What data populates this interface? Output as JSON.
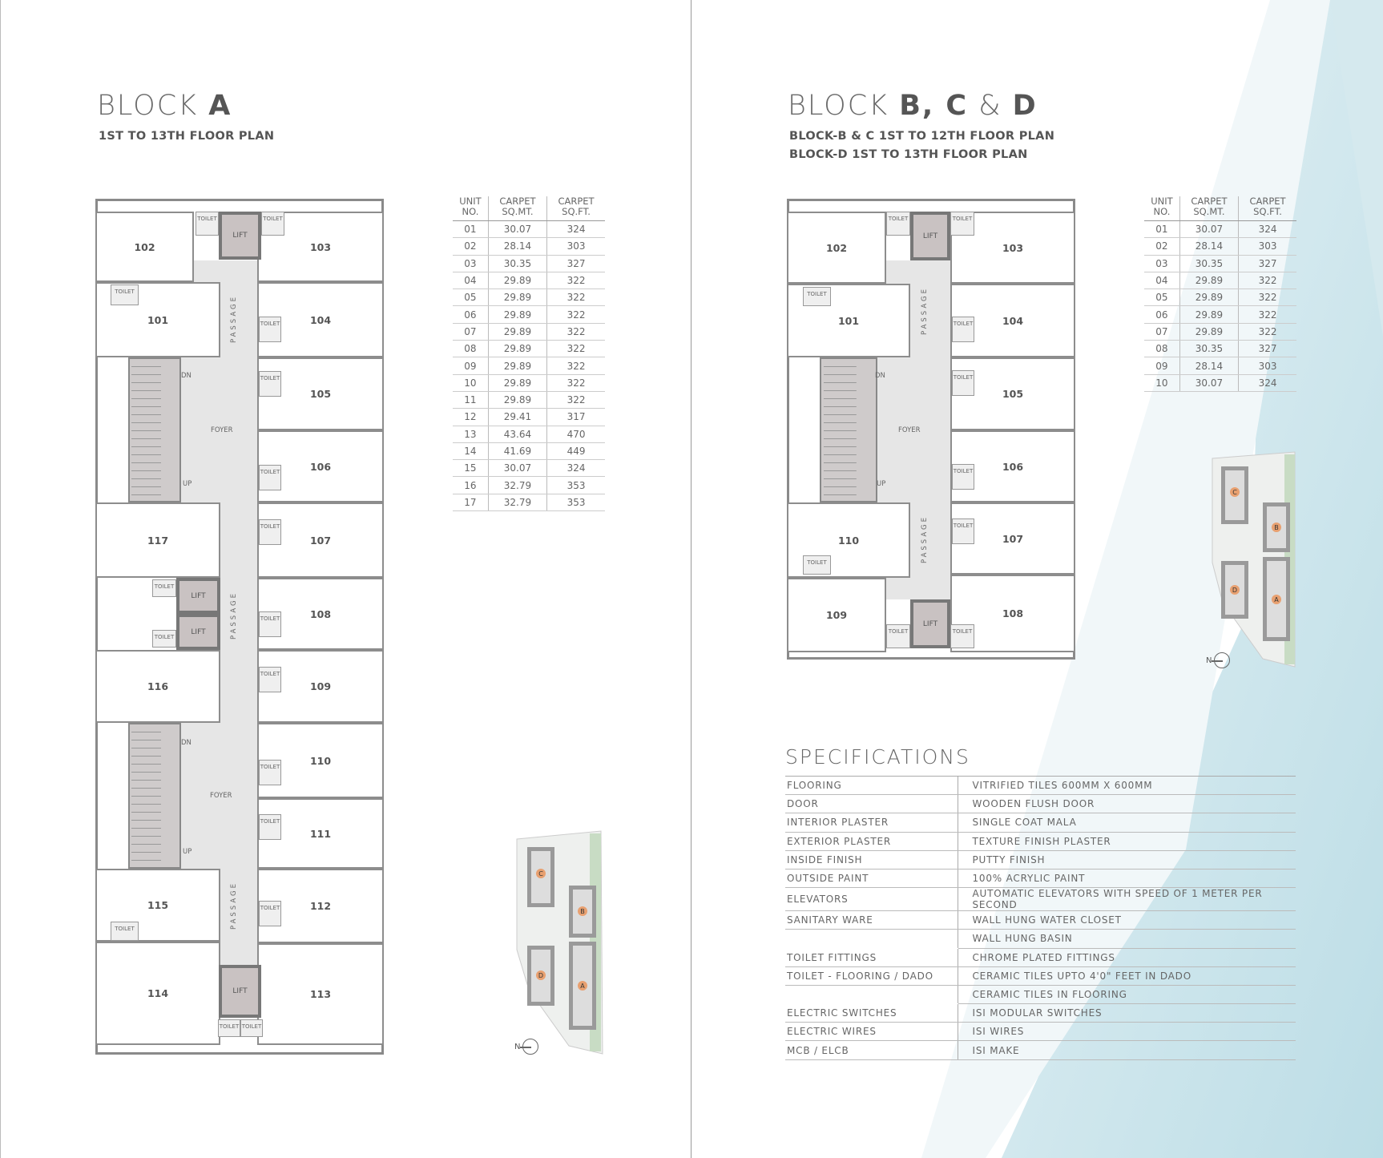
{
  "block_a": {
    "title_prefix": "BLOCK ",
    "title_bold": "A",
    "subtitle": "1ST TO 13TH FLOOR PLAN",
    "rooms": [
      "101",
      "102",
      "103",
      "104",
      "105",
      "106",
      "107",
      "108",
      "109",
      "110",
      "111",
      "112",
      "113",
      "114",
      "115",
      "116",
      "117"
    ],
    "table": {
      "headers": [
        [
          "UNIT",
          "NO."
        ],
        [
          "CARPET",
          "SQ.MT."
        ],
        [
          "CARPET",
          "SQ.FT."
        ]
      ],
      "rows": [
        [
          "01",
          "30.07",
          "324"
        ],
        [
          "02",
          "28.14",
          "303"
        ],
        [
          "03",
          "30.35",
          "327"
        ],
        [
          "04",
          "29.89",
          "322"
        ],
        [
          "05",
          "29.89",
          "322"
        ],
        [
          "06",
          "29.89",
          "322"
        ],
        [
          "07",
          "29.89",
          "322"
        ],
        [
          "08",
          "29.89",
          "322"
        ],
        [
          "09",
          "29.89",
          "322"
        ],
        [
          "10",
          "29.89",
          "322"
        ],
        [
          "11",
          "29.89",
          "322"
        ],
        [
          "12",
          "29.41",
          "317"
        ],
        [
          "13",
          "43.64",
          "470"
        ],
        [
          "14",
          "41.69",
          "449"
        ],
        [
          "15",
          "30.07",
          "324"
        ],
        [
          "16",
          "32.79",
          "353"
        ],
        [
          "17",
          "32.79",
          "353"
        ]
      ]
    }
  },
  "block_bcd": {
    "title_prefix": "BLOCK ",
    "title_bold_1": "B, C",
    "title_amp": " & ",
    "title_bold_2": "D",
    "subtitle_1": "BLOCK-B & C 1ST TO 12TH FLOOR PLAN",
    "subtitle_2": "BLOCK-D 1ST TO 13TH FLOOR PLAN",
    "rooms": [
      "101",
      "102",
      "103",
      "104",
      "105",
      "106",
      "107",
      "108",
      "109",
      "110"
    ],
    "table": {
      "headers": [
        [
          "UNIT",
          "NO."
        ],
        [
          "CARPET",
          "SQ.MT."
        ],
        [
          "CARPET",
          "SQ.FT."
        ]
      ],
      "rows": [
        [
          "01",
          "30.07",
          "324"
        ],
        [
          "02",
          "28.14",
          "303"
        ],
        [
          "03",
          "30.35",
          "327"
        ],
        [
          "04",
          "29.89",
          "322"
        ],
        [
          "05",
          "29.89",
          "322"
        ],
        [
          "06",
          "29.89",
          "322"
        ],
        [
          "07",
          "29.89",
          "322"
        ],
        [
          "08",
          "30.35",
          "327"
        ],
        [
          "09",
          "28.14",
          "303"
        ],
        [
          "10",
          "30.07",
          "324"
        ]
      ]
    }
  },
  "plan_labels": {
    "toilet": "TOILET",
    "lift": "LIFT",
    "passage": "PASSAGE",
    "foyer": "FOYER",
    "dn": "DN",
    "up": "UP",
    "north": "N"
  },
  "site_labels": [
    "A",
    "B",
    "C",
    "D"
  ],
  "specifications": {
    "title": "SPECIFICATIONS",
    "rows": [
      [
        "FLOORING",
        "VITRIFIED TILES 600MM X 600MM"
      ],
      [
        "DOOR",
        "WOODEN FLUSH DOOR"
      ],
      [
        "INTERIOR PLASTER",
        "SINGLE COAT MALA"
      ],
      [
        "EXTERIOR PLASTER",
        "TEXTURE FINISH PLASTER"
      ],
      [
        "INSIDE FINISH",
        "PUTTY FINISH"
      ],
      [
        "OUTSIDE PAINT",
        "100% ACRYLIC PAINT"
      ],
      [
        "ELEVATORS",
        "AUTOMATIC ELEVATORS WITH SPEED OF 1 METER PER SECOND"
      ],
      [
        "SANITARY WARE",
        "WALL HUNG WATER CLOSET"
      ],
      [
        "",
        "WALL HUNG BASIN"
      ],
      [
        "TOILET FITTINGS",
        "CHROME PLATED FITTINGS"
      ],
      [
        "TOILET - FLOORING / DADO",
        "CERAMIC TILES UPTO 4'0\" FEET IN DADO"
      ],
      [
        "",
        "CERAMIC TILES IN FLOORING"
      ],
      [
        "ELECTRIC SWITCHES",
        "ISI MODULAR SWITCHES"
      ],
      [
        "ELECTRIC WIRES",
        "ISI WIRES"
      ],
      [
        "MCB / ELCB",
        "ISI MAKE"
      ]
    ]
  },
  "colors": {
    "background_accent": "#cfe6ec",
    "lift": "#c9c2c2",
    "passage": "#e6e6e6"
  }
}
